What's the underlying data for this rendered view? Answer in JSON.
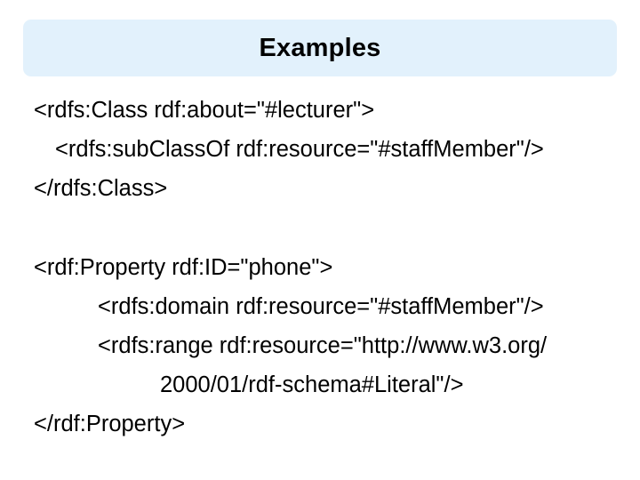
{
  "slide": {
    "title": "Examples",
    "banner_color": "#e2f1fc",
    "background_color": "#ffffff",
    "text_color": "#000000"
  },
  "code_blocks": [
    {
      "name": "rdfs-class-lecturer",
      "lines": [
        {
          "indent": 0,
          "text": "<rdfs:Class rdf:about=\"#lecturer\">"
        },
        {
          "indent": 1,
          "text": "<rdfs:subClassOf rdf:resource=\"#staffMember\"/>"
        },
        {
          "indent": 0,
          "text": "</rdfs:Class>"
        }
      ]
    },
    {
      "name": "rdf-property-phone",
      "lines": [
        {
          "indent": 0,
          "text": "<rdf:Property rdf:ID=\"phone\">"
        },
        {
          "indent": 2,
          "text": "<rdfs:domain rdf:resource=\"#staffMember\"/>"
        },
        {
          "indent": 2,
          "text": "<rdfs:range rdf:resource=\"http://www.w3.org/"
        },
        {
          "indent": 3,
          "text": "2000/01/rdf-schema#Literal\"/>"
        },
        {
          "indent": 0,
          "text": "</rdf:Property>"
        }
      ]
    }
  ]
}
